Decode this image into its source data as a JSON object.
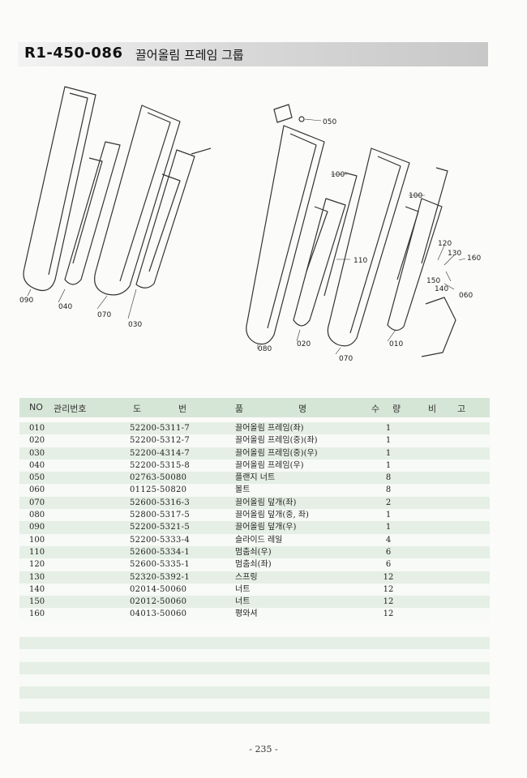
{
  "title": {
    "code": "R1-450-086",
    "name": "끌어올림 프레임 그룹"
  },
  "diagram": {
    "callouts": [
      "090",
      "040",
      "070",
      "030",
      "050",
      "100",
      "110",
      "080",
      "020",
      "070",
      "100",
      "120",
      "130",
      "160",
      "150",
      "140",
      "060",
      "010"
    ]
  },
  "table": {
    "headers": {
      "no": "NO",
      "mgmt": "관리번호",
      "part_a": "도",
      "part_b": "번",
      "name_a": "품",
      "name_b": "명",
      "qty_a": "수",
      "qty_b": "량",
      "note_a": "비",
      "note_b": "고"
    },
    "rows": [
      {
        "no": "010",
        "part": "52200-5311-7",
        "name": "끌어올림 프레임(좌)",
        "qty": "1"
      },
      {
        "no": "020",
        "part": "52200-5312-7",
        "name": "끌어올림 프레임(중)(좌)",
        "qty": "1"
      },
      {
        "no": "030",
        "part": "52200-4314-7",
        "name": "끌어올림 프레임(중)(우)",
        "qty": "1"
      },
      {
        "no": "040",
        "part": "52200-5315-8",
        "name": "끌어올림 프레임(우)",
        "qty": "1"
      },
      {
        "no": "050",
        "part": "02763-50080",
        "name": "플랜지 너트",
        "qty": "8"
      },
      {
        "no": "060",
        "part": "01125-50820",
        "name": "볼트",
        "qty": "8"
      },
      {
        "no": "070",
        "part": "52600-5316-3",
        "name": "끌어올림 덮개(좌)",
        "qty": "2"
      },
      {
        "no": "080",
        "part": "52800-5317-5",
        "name": "끌어올림 덮개(중, 좌)",
        "qty": "1"
      },
      {
        "no": "090",
        "part": "52200-5321-5",
        "name": "끌어올림 덮개(우)",
        "qty": "1"
      },
      {
        "no": "100",
        "part": "52200-5333-4",
        "name": "슬라이드 레일",
        "qty": "4"
      },
      {
        "no": "110",
        "part": "52600-5334-1",
        "name": "멈춤쇠(우)",
        "qty": "6"
      },
      {
        "no": "120",
        "part": "52600-5335-1",
        "name": "멈춤쇠(좌)",
        "qty": "6"
      },
      {
        "no": "130",
        "part": "52320-5392-1",
        "name": "스프링",
        "qty": "12"
      },
      {
        "no": "140",
        "part": "02014-50060",
        "name": "너트",
        "qty": "12"
      },
      {
        "no": "150",
        "part": "02012-50060",
        "name": "너트",
        "qty": "12"
      },
      {
        "no": "160",
        "part": "04013-50060",
        "name": "평와셔",
        "qty": "12"
      }
    ]
  },
  "page_number": "- 235 -"
}
